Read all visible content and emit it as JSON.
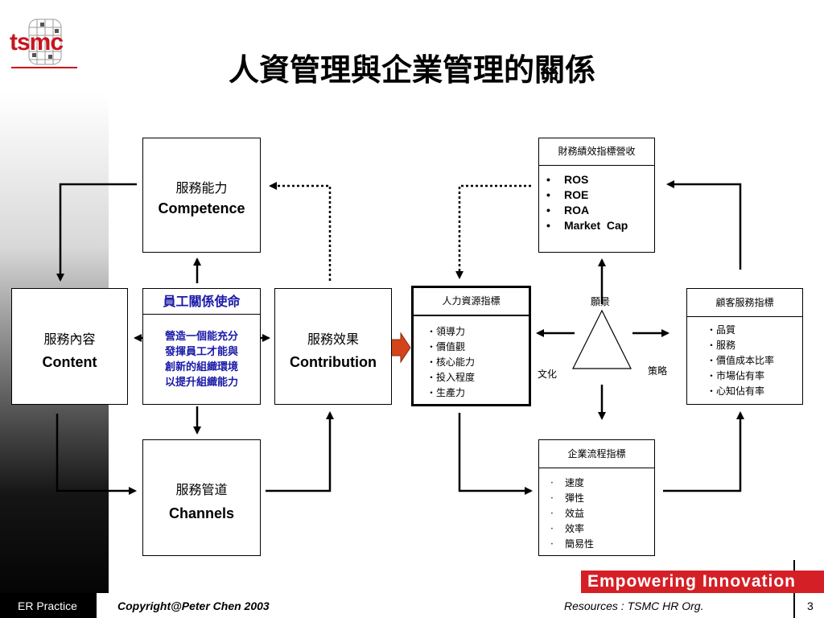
{
  "logo": {
    "text": "tsmc"
  },
  "title": "人資管理與企業管理的關係",
  "competence": {
    "zh": "服務能力",
    "en": "Competence"
  },
  "content": {
    "zh": "服務內容",
    "en": "Content"
  },
  "mission": {
    "header": "員工關係使命",
    "lines": [
      "營造一個能充分",
      "發揮員工才能與",
      "創新的組織環境",
      "以提升組織能力"
    ]
  },
  "contribution": {
    "zh": "服務效果",
    "en": "Contribution"
  },
  "channels": {
    "zh": "服務管道",
    "en": "Channels"
  },
  "hr_indicators": {
    "header": "人力資源指標",
    "items": [
      "‧領導力",
      "‧價值觀",
      "‧核心能力",
      "‧投入程度",
      "‧生產力"
    ]
  },
  "financial": {
    "header": "財務績效指標營收",
    "items": [
      "ROS",
      "ROE",
      "ROA",
      "Market  Cap"
    ]
  },
  "triangle": {
    "top": "願景",
    "left": "文化",
    "right": "策略"
  },
  "customer": {
    "header": "顧客服務指標",
    "items": [
      "‧品質",
      "‧服務",
      "‧價值成本比率",
      "‧市場佔有率",
      "‧心知佔有率"
    ]
  },
  "process": {
    "header": "企業流程指標",
    "items": [
      "速度",
      "彈性",
      "效益",
      "效率",
      "簡易性"
    ]
  },
  "banner": "Empowering Innovation",
  "footer": {
    "left": "ER Practice",
    "copyright": "Copyright@Peter Chen 2003",
    "resources": "Resources : TSMC HR Org.",
    "page": "3"
  },
  "colors": {
    "logo_red": "#c8141e",
    "mission_blue": "#1a1aa8",
    "banner_red": "#d51f26",
    "arrow_orange": "#d4441a"
  }
}
